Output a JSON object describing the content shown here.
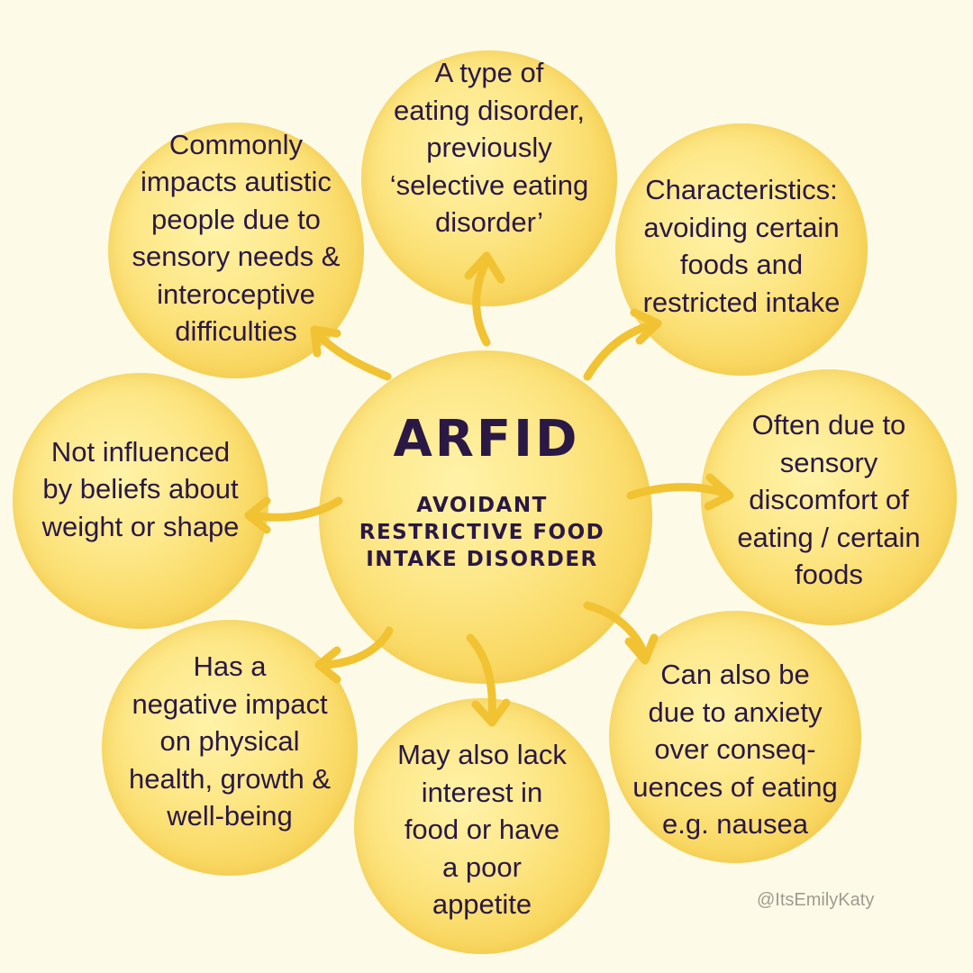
{
  "center": {
    "title": "ARFID",
    "subtitle": "AVOIDANT\nRESTRICTIVE FOOD\nINTAKE DISORDER"
  },
  "nodes": [
    {
      "id": "type",
      "text": "A type of\neating disorder,\npreviously\n‘selective eating\ndisorder’"
    },
    {
      "id": "characteristics",
      "text": "Characteristics:\navoiding certain\nfoods and\nrestricted intake"
    },
    {
      "id": "sensory",
      "text": "Often due to\nsensory\ndiscomfort of\neating / certain\nfoods"
    },
    {
      "id": "anxiety",
      "text": "Can also be\ndue to anxiety\nover conseq-\nuences of eating\ne.g. nausea"
    },
    {
      "id": "appetite",
      "text": "May also lack\ninterest in\nfood or have\na poor\nappetite"
    },
    {
      "id": "health",
      "text": "Has a\nnegative impact\non physical\nhealth, growth &\nwell-being"
    },
    {
      "id": "beliefs",
      "text": "Not influenced\nby beliefs about\nweight or shape"
    },
    {
      "id": "autistic",
      "text": "Commonly\nimpacts autistic\npeople due to\nsensory needs &\ninteroceptive\ndifficulties"
    }
  ],
  "watermark": "@ItsEmilyKaty",
  "colors": {
    "background": "#fdfbe8",
    "circle": "#f9d964",
    "text": "#2a1845",
    "arrow": "#f1c232",
    "watermark": "#9f9b8e"
  }
}
